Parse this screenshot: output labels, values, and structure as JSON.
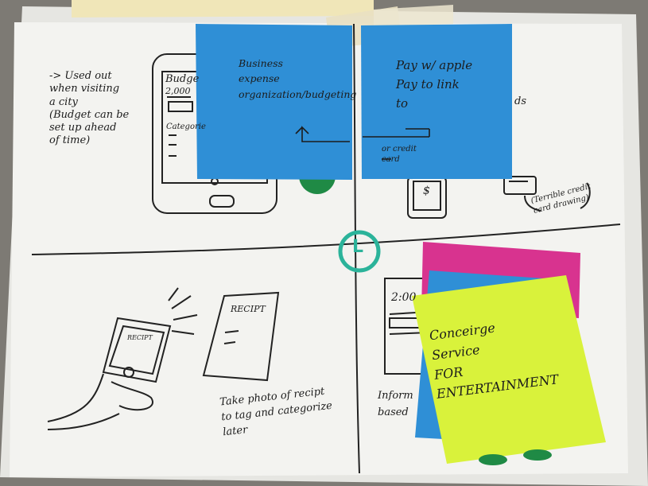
{
  "photo": {
    "colors": {
      "desk": "#7d7a74",
      "paper": "#f3f3f0",
      "sticky_blue": "#2f8fd6",
      "sticky_magenta": "#d8338f",
      "sticky_yellow": "#d9f23b",
      "dot_green": "#1f8a45",
      "marker_green": "#2bb39a",
      "tape": "#e9e0c2"
    },
    "top_left_panel": {
      "note": "-> Used out\nwhen visiting\na city\n(Budget can be\nset up ahead\nof time)",
      "phone_screen_title": "Budge",
      "phone_screen_value": "2,000",
      "phone_screen_label": "Categorie"
    },
    "sticky_business": {
      "text": "Business\nexpense\norganization/budgeting"
    },
    "sticky_pay": {
      "text": "Pay w/ apple\nPay to link\nto",
      "subtext": "or credit\ncard"
    },
    "top_right_panel": {
      "caption": "(Terrible credit\ncard drawing)",
      "phone_symbol": "$",
      "partial_word": "ds"
    },
    "marker_letter": "L",
    "bottom_left_panel": {
      "phone_screen_text": "RECIPT",
      "receipt_title": "RECIPT",
      "caption": "Take photo of recipt\nto tag and categorize\nlater"
    },
    "bottom_right_panel": {
      "screen_time": "2:00",
      "caption_partial": "Inform\nbased"
    },
    "sticky_concierge": {
      "text": "Conceirge\nService\nFOR\nENTERTAINMENT"
    }
  }
}
